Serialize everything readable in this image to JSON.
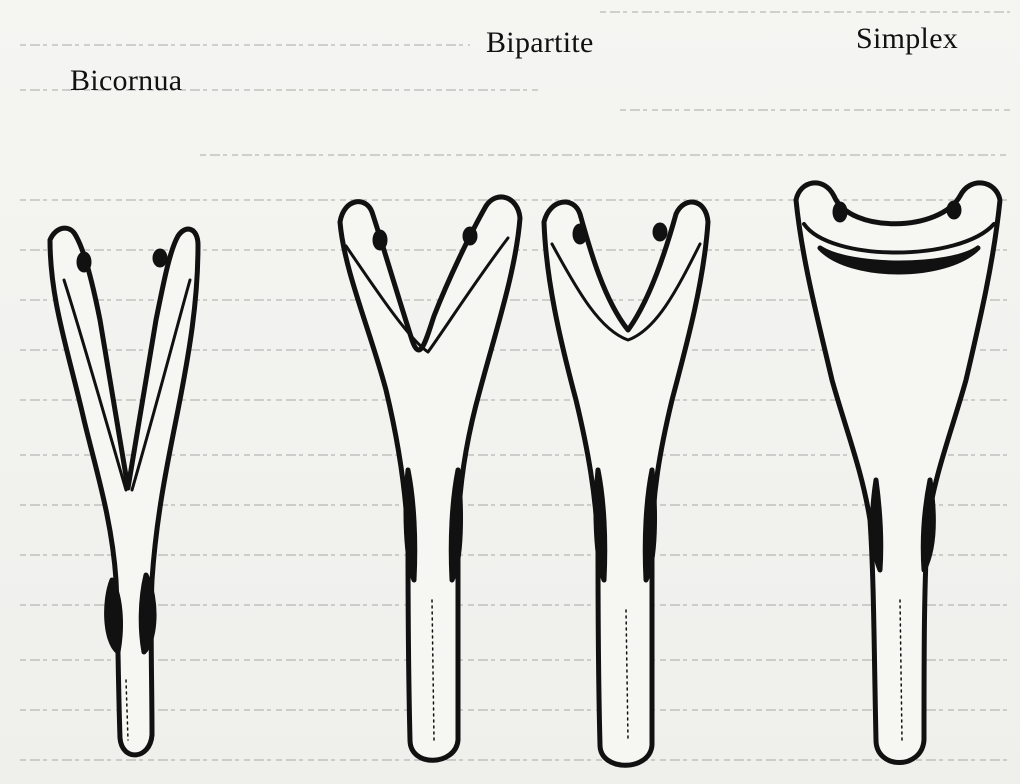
{
  "labels": {
    "bicornua": "Bicornua",
    "bipartite": "Bipartite",
    "simplex": "Simplex"
  },
  "colors": {
    "ink": "#111111",
    "paper": "#f3f3f0",
    "bleed_through": "#8a8a86"
  },
  "figures": [
    {
      "name": "bicornua",
      "count": 1
    },
    {
      "name": "bipartite",
      "count": 2
    },
    {
      "name": "simplex",
      "count": 1
    }
  ]
}
